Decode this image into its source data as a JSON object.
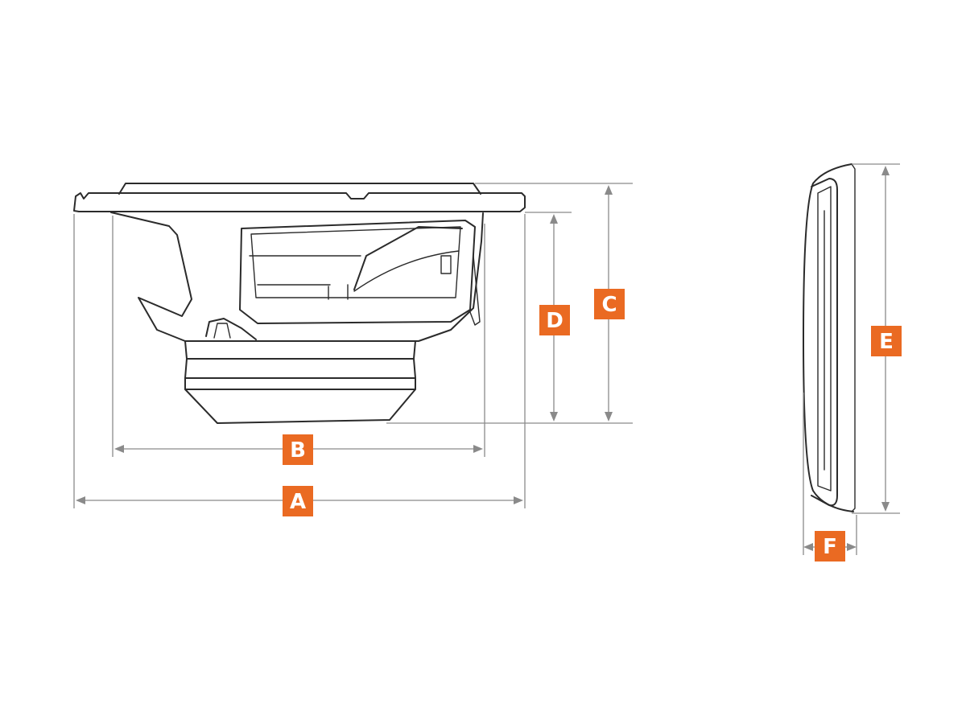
{
  "colors": {
    "accent": "#ea6a22",
    "outline": "#2b2b2b",
    "dimension_line": "#8a8a8a",
    "background": "#ffffff"
  },
  "dimensions": {
    "A": "A",
    "B": "B",
    "C": "C",
    "D": "D",
    "E": "E",
    "F": "F"
  }
}
